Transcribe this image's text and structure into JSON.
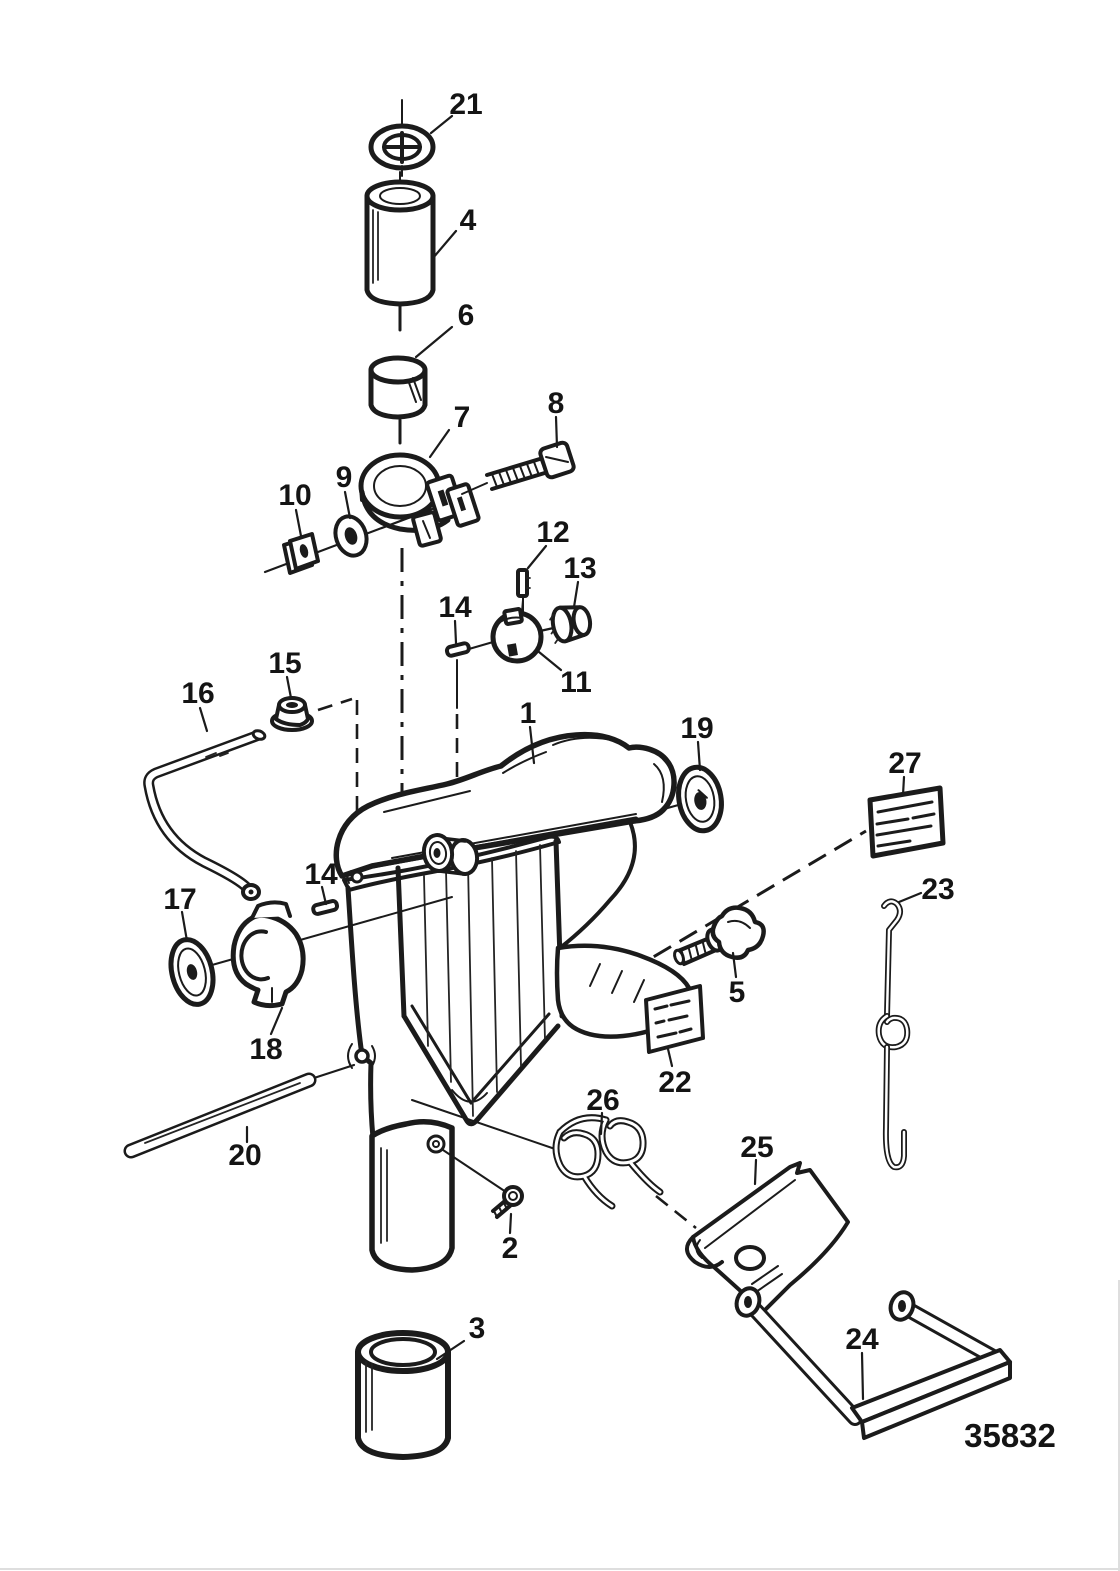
{
  "diagram": {
    "drawing_number": "35832"
  },
  "callouts": {
    "c1": {
      "text": "1"
    },
    "c2": {
      "text": "2"
    },
    "c3": {
      "text": "3"
    },
    "c4": {
      "text": "4"
    },
    "c5": {
      "text": "5"
    },
    "c6": {
      "text": "6"
    },
    "c7": {
      "text": "7"
    },
    "c8": {
      "text": "8"
    },
    "c9": {
      "text": "9"
    },
    "c10": {
      "text": "10"
    },
    "c11": {
      "text": "11"
    },
    "c12": {
      "text": "12"
    },
    "c13": {
      "text": "13"
    },
    "c14a": {
      "text": "14"
    },
    "c14b": {
      "text": "14"
    },
    "c15": {
      "text": "15"
    },
    "c16": {
      "text": "16"
    },
    "c17": {
      "text": "17"
    },
    "c18": {
      "text": "18"
    },
    "c19": {
      "text": "19"
    },
    "c20": {
      "text": "20"
    },
    "c21": {
      "text": "21"
    },
    "c22": {
      "text": "22"
    },
    "c23": {
      "text": "23"
    },
    "c24": {
      "text": "24"
    },
    "c25": {
      "text": "25"
    },
    "c26": {
      "text": "26"
    },
    "c27": {
      "text": "27"
    }
  }
}
